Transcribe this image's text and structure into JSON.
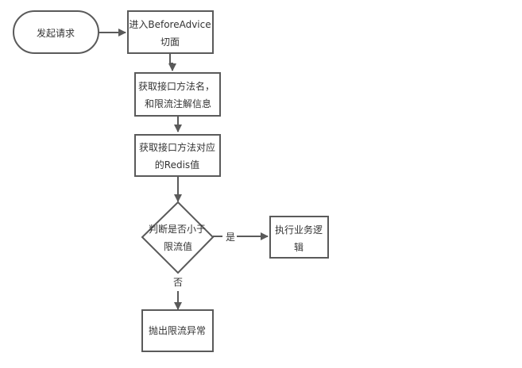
{
  "diagram": {
    "type": "flowchart",
    "colors": {
      "stroke": "#5a5a5a",
      "text": "#333333",
      "fill": "#ffffff"
    },
    "nodes": {
      "start": {
        "shape": "terminator",
        "lines": [
          "发起请求"
        ]
      },
      "before_advice": {
        "shape": "process",
        "lines": [
          "进入BeforeAdvice",
          "切面"
        ]
      },
      "get_method": {
        "shape": "process",
        "lines": [
          "获取接口方法名，",
          "和限流注解信息"
        ]
      },
      "get_redis": {
        "shape": "process",
        "lines": [
          "获取接口方法对应",
          "的Redis值"
        ]
      },
      "decision": {
        "shape": "decision",
        "lines": [
          "判断是否小于",
          "限流值"
        ]
      },
      "execute": {
        "shape": "process",
        "lines": [
          "执行业务逻",
          "辑"
        ]
      },
      "throw": {
        "shape": "process",
        "lines": [
          "抛出限流异常"
        ]
      }
    },
    "edges": [
      {
        "from": "start",
        "to": "before_advice",
        "label": ""
      },
      {
        "from": "before_advice",
        "to": "get_method",
        "label": ""
      },
      {
        "from": "get_method",
        "to": "get_redis",
        "label": ""
      },
      {
        "from": "get_redis",
        "to": "decision",
        "label": ""
      },
      {
        "from": "decision",
        "to": "execute",
        "label": "是"
      },
      {
        "from": "decision",
        "to": "throw",
        "label": "否"
      }
    ]
  }
}
